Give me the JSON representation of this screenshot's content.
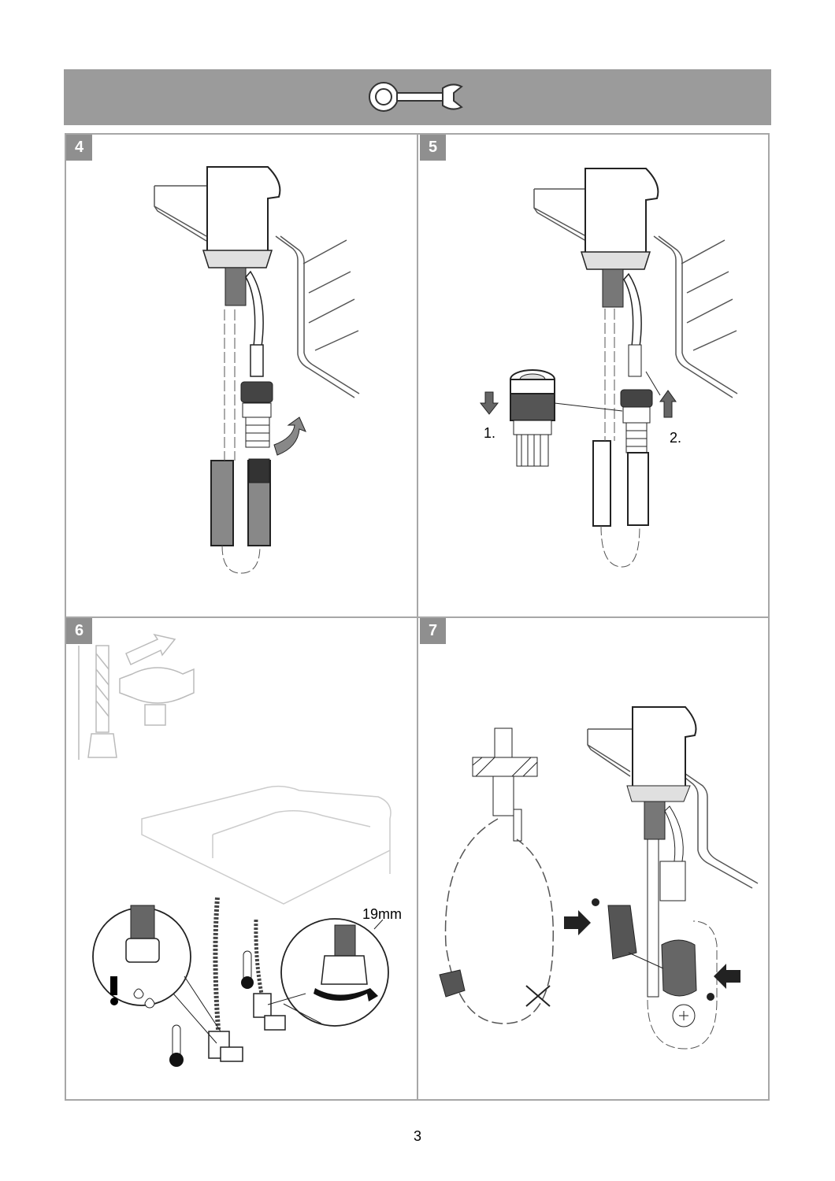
{
  "steps": [
    {
      "number": "4"
    },
    {
      "number": "5",
      "labels": [
        "1.",
        "2."
      ]
    },
    {
      "number": "6",
      "labels": [
        "19mm"
      ]
    },
    {
      "number": "7"
    }
  ],
  "footer": {
    "page_number": "3"
  },
  "icons": {
    "header": "wrench-icon",
    "warning": "exclamation-icon",
    "cold": "thermometer-icon"
  }
}
